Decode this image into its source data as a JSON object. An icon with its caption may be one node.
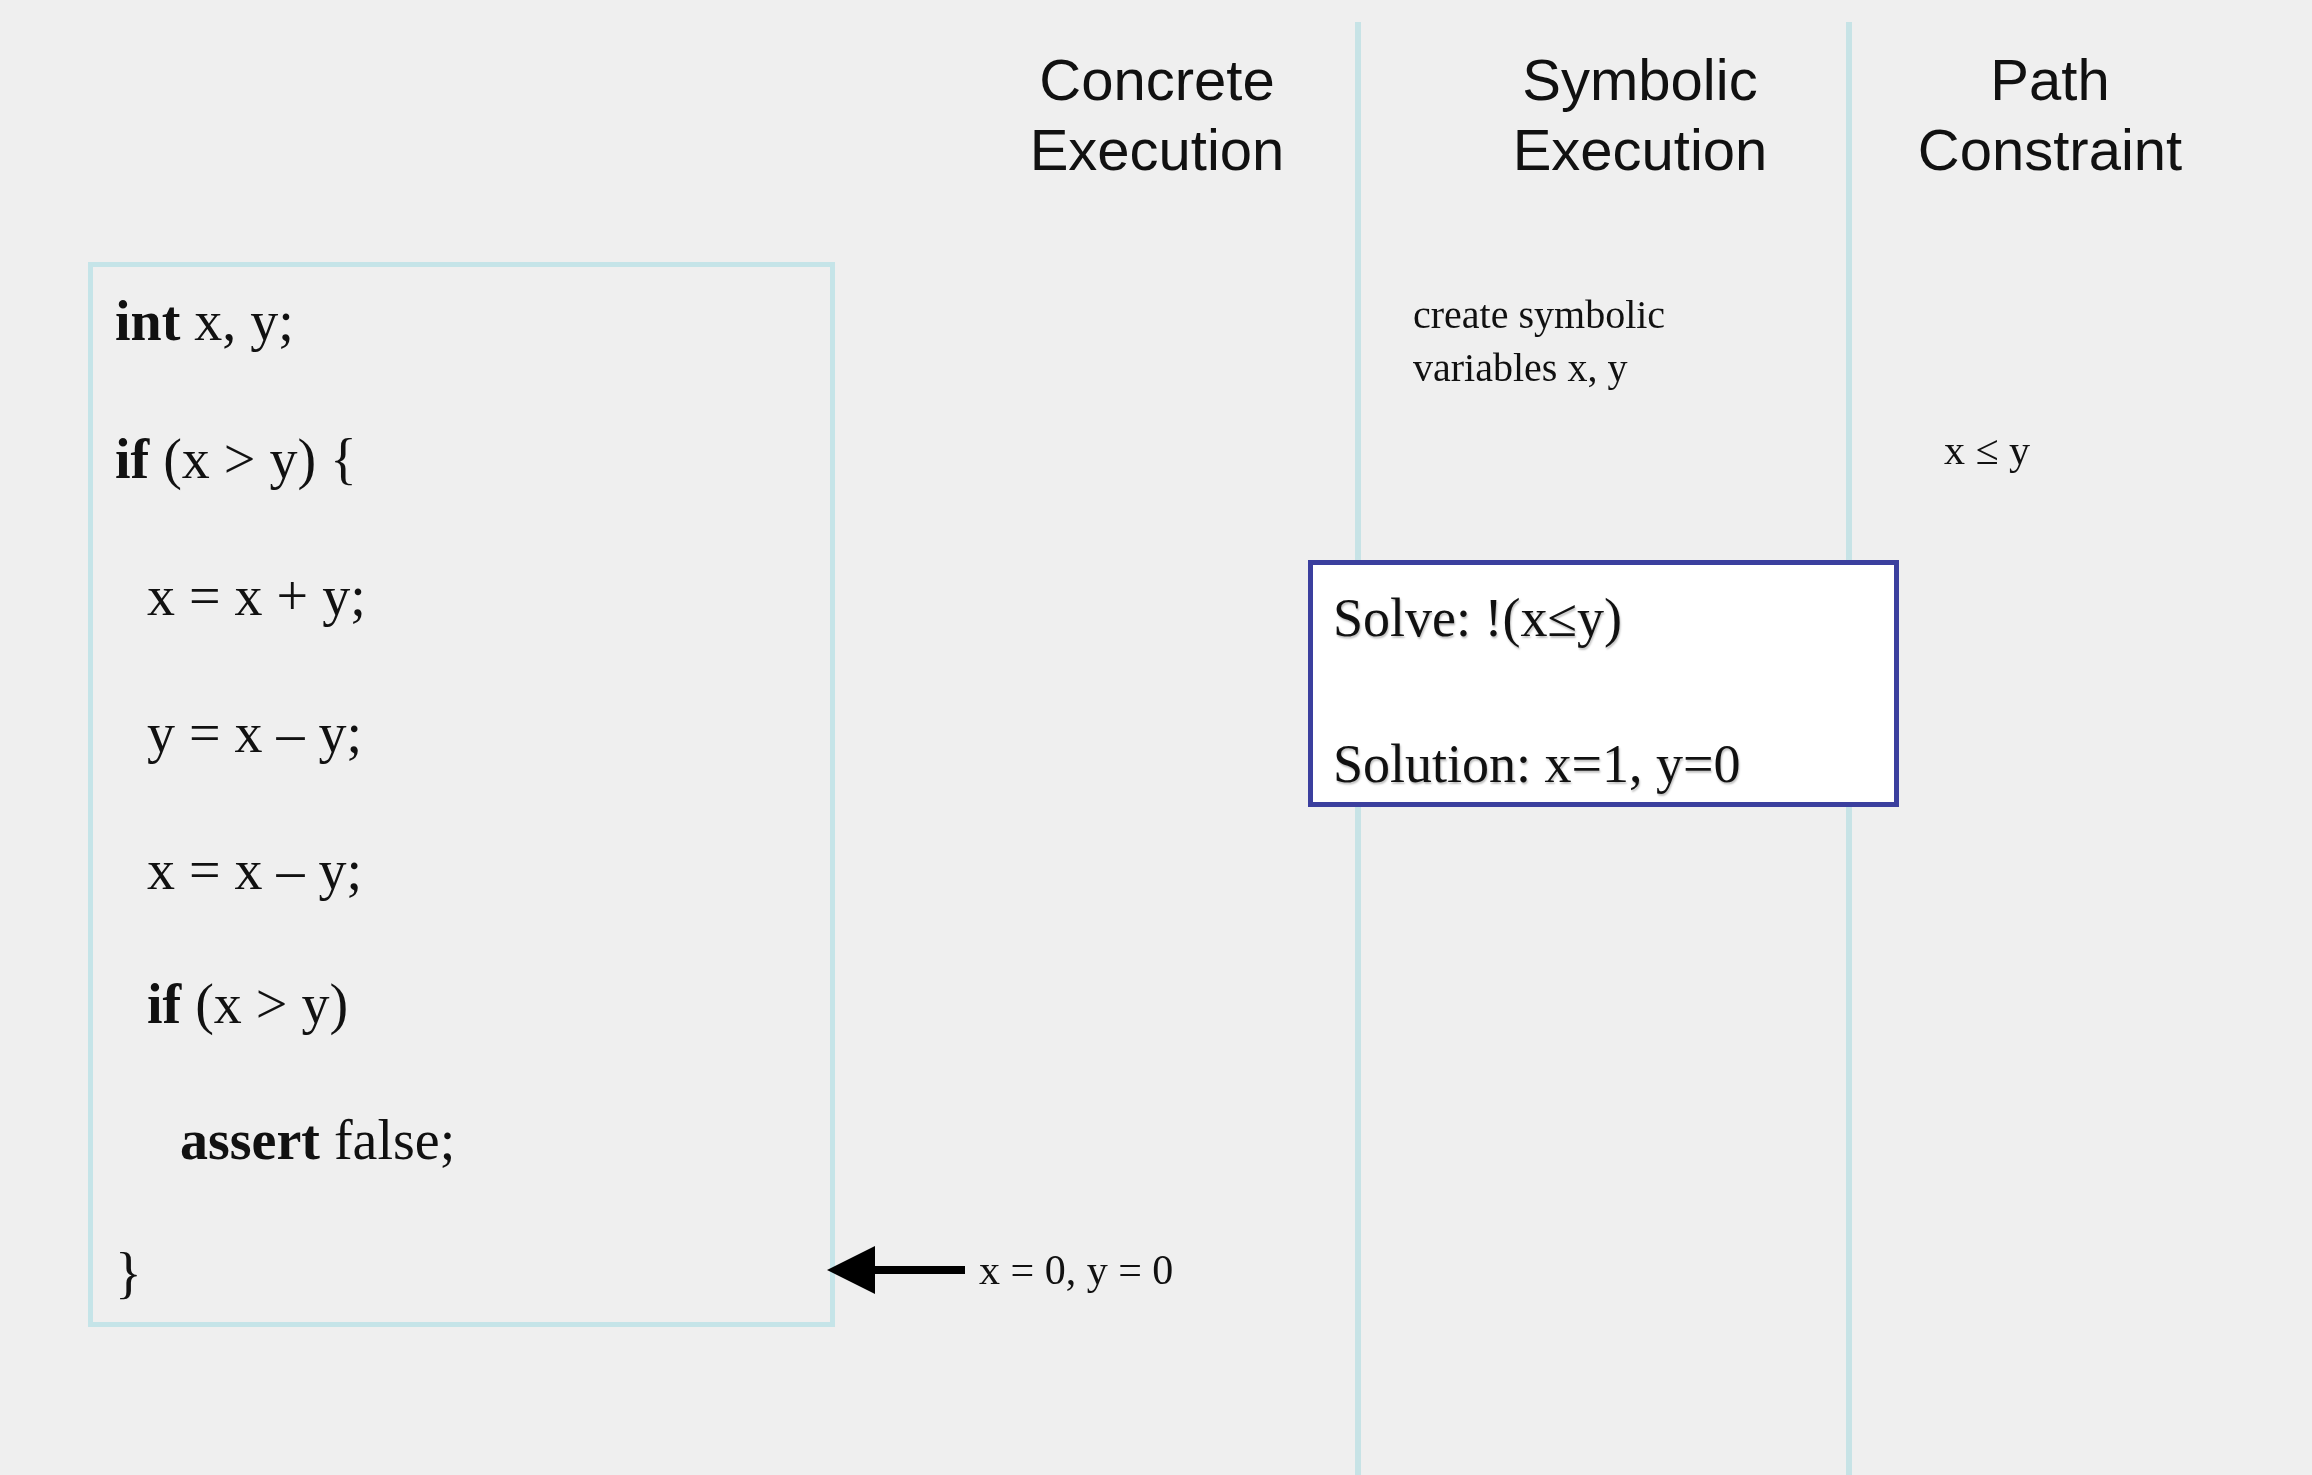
{
  "diagram": {
    "nodes": [
      {
        "text": [
          "**int** x, y;",
          "**if** (x > y) {",
          "x = x + y;",
          "y = x – y;",
          "x = x – y;",
          "**if** (x > y)",
          "**assert** false;",
          "}"
        ]
      },
      {
        "text": [
          "Solve: !(x≤y)",
          "Solution: x=1, y=0"
        ]
      },
      {
        "text": [
          "x = 0, y = 0"
        ]
      }
    ],
    "edges": [
      {
        "from": 2,
        "to": 0,
        "arrow": "to"
      }
    ],
    "labels": [
      "Concrete Execution",
      "Symbolic Execution",
      "Path Constraint",
      "create symbolic variables x, y",
      "x ≤ y"
    ]
  }
}
